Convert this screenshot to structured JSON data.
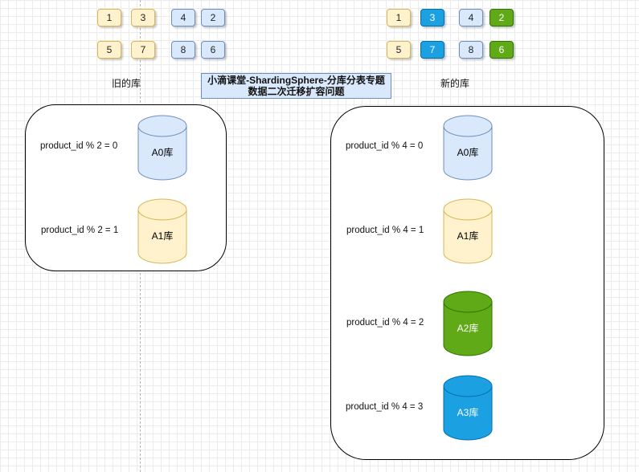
{
  "old_tiles": {
    "r1": [
      "1",
      "3",
      "4",
      "2"
    ],
    "r2": [
      "5",
      "7",
      "8",
      "6"
    ]
  },
  "new_tiles": {
    "r1": [
      "1",
      "3",
      "4",
      "2"
    ],
    "r2": [
      "5",
      "7",
      "8",
      "6"
    ]
  },
  "old_label": "旧的库",
  "new_label": "新的库",
  "title": {
    "line1": "小滴课堂-ShardingSphere-分库分表专题",
    "line2": "数据二次迁移扩容问题"
  },
  "old_db": [
    {
      "formula": "product_id % 2 = 0",
      "name": "A0库"
    },
    {
      "formula": "product_id % 2 = 1",
      "name": "A1库"
    }
  ],
  "new_db": [
    {
      "formula": "product_id % 4 = 0",
      "name": "A0库"
    },
    {
      "formula": "product_id % 4 = 1",
      "name": "A1库"
    },
    {
      "formula": "product_id % 4 = 2",
      "name": "A2库"
    },
    {
      "formula": "product_id % 4 = 3",
      "name": "A3库"
    }
  ],
  "colors": {
    "yellow_fill": "#fff2cc",
    "yellow_stroke": "#d6b656",
    "blue_fill": "#dae8fc",
    "blue_stroke": "#6c8ebf",
    "cyan_fill": "#1ba1e2",
    "cyan_stroke": "#006eaf",
    "green_fill": "#60a917",
    "green_stroke": "#2d7600"
  }
}
